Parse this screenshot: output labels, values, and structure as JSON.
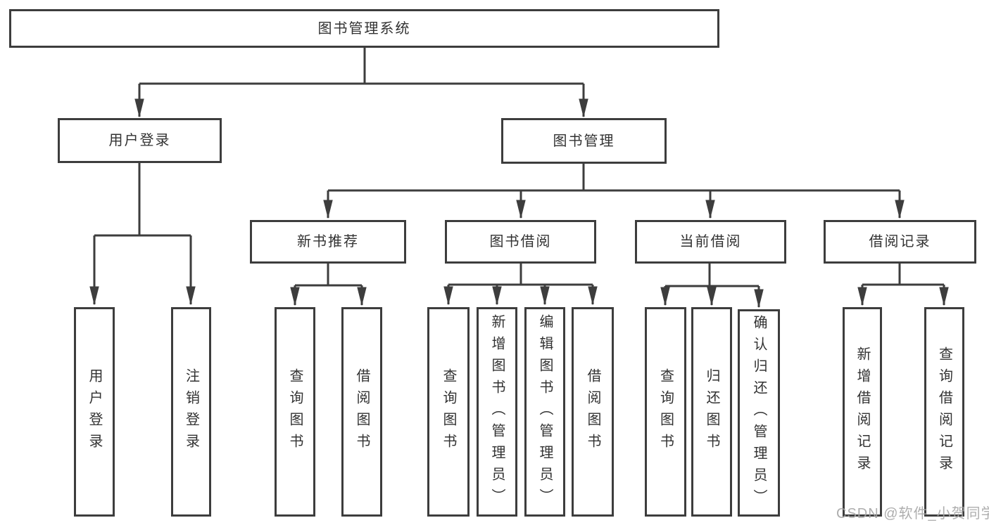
{
  "tree": {
    "label": "图书管理系统",
    "children": [
      {
        "label": "用户登录",
        "children": [
          {
            "label": "用户登录"
          },
          {
            "label": "注销登录"
          }
        ]
      },
      {
        "label": "图书管理",
        "children": [
          {
            "label": "新书推荐",
            "children": [
              {
                "label": "查询图书"
              },
              {
                "label": "借阅图书"
              }
            ]
          },
          {
            "label": "图书借阅",
            "children": [
              {
                "label": "查询图书"
              },
              {
                "label": "新增图书（管理员）"
              },
              {
                "label": "编辑图书（管理员）"
              },
              {
                "label": "借阅图书"
              }
            ]
          },
          {
            "label": "当前借阅",
            "children": [
              {
                "label": "查询图书"
              },
              {
                "label": "归还图书"
              },
              {
                "label": "确认归还（管理员）"
              }
            ]
          },
          {
            "label": "借阅记录",
            "children": [
              {
                "label": "新增借阅记录"
              },
              {
                "label": "查询借阅记录"
              }
            ]
          }
        ]
      }
    ]
  },
  "watermark": "CSDN @软件_小贺同学",
  "colors": {
    "line": "#3d3d3d",
    "text": "#323232",
    "watermark": "#a5a5a5",
    "background": "#ffffff"
  }
}
